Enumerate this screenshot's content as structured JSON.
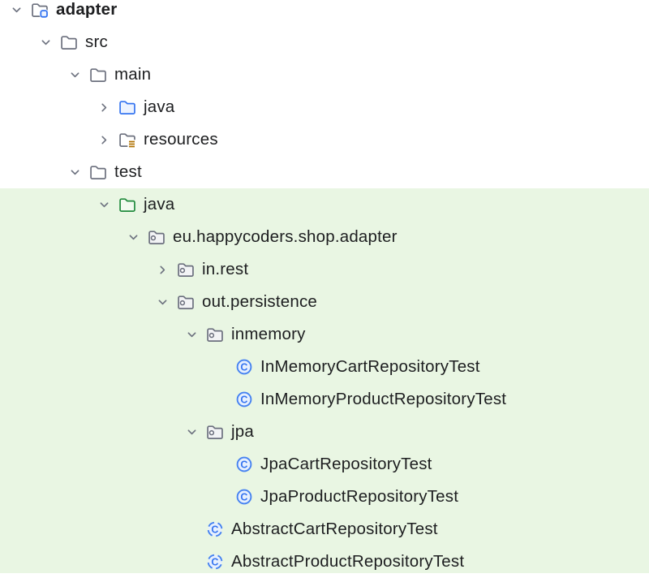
{
  "app": {
    "view": "project-tree"
  },
  "colors": {
    "accent_blue": "#3574F0",
    "folder_gray": "#6C707E",
    "test_green": "#208A3C",
    "resources_amber": "#B07203",
    "test_sources_highlight": "#E9F6E3",
    "class_icon_fill": "#E7F0FE",
    "text": "#1D1E20"
  },
  "tree": {
    "nodes": [
      {
        "label": "adapter",
        "level": 0,
        "icon": "module-icon",
        "chevron": "expanded",
        "bold": true,
        "highlighted": false
      },
      {
        "label": "src",
        "level": 1,
        "icon": "folder-icon",
        "chevron": "expanded",
        "bold": false,
        "highlighted": false
      },
      {
        "label": "main",
        "level": 2,
        "icon": "folder-icon",
        "chevron": "expanded",
        "bold": false,
        "highlighted": false
      },
      {
        "label": "java",
        "level": 3,
        "icon": "source-folder-icon",
        "chevron": "collapsed",
        "bold": false,
        "highlighted": false
      },
      {
        "label": "resources",
        "level": 3,
        "icon": "resources-folder-icon",
        "chevron": "collapsed",
        "bold": false,
        "highlighted": false
      },
      {
        "label": "test",
        "level": 2,
        "icon": "folder-icon",
        "chevron": "expanded",
        "bold": false,
        "highlighted": false
      },
      {
        "label": "java",
        "level": 3,
        "icon": "test-folder-icon",
        "chevron": "expanded",
        "bold": false,
        "highlighted": true
      },
      {
        "label": "eu.happycoders.shop.adapter",
        "level": 4,
        "icon": "package-icon",
        "chevron": "expanded",
        "bold": false,
        "highlighted": true
      },
      {
        "label": "in.rest",
        "level": 5,
        "icon": "package-icon",
        "chevron": "collapsed",
        "bold": false,
        "highlighted": true
      },
      {
        "label": "out.persistence",
        "level": 5,
        "icon": "package-icon",
        "chevron": "expanded",
        "bold": false,
        "highlighted": true
      },
      {
        "label": "inmemory",
        "level": 6,
        "icon": "package-icon",
        "chevron": "expanded",
        "bold": false,
        "highlighted": true
      },
      {
        "label": "InMemoryCartRepositoryTest",
        "level": 7,
        "icon": "class-icon",
        "chevron": "none",
        "bold": false,
        "highlighted": true
      },
      {
        "label": "InMemoryProductRepositoryTest",
        "level": 7,
        "icon": "class-icon",
        "chevron": "none",
        "bold": false,
        "highlighted": true
      },
      {
        "label": "jpa",
        "level": 6,
        "icon": "package-icon",
        "chevron": "expanded",
        "bold": false,
        "highlighted": true
      },
      {
        "label": "JpaCartRepositoryTest",
        "level": 7,
        "icon": "class-icon",
        "chevron": "none",
        "bold": false,
        "highlighted": true
      },
      {
        "label": "JpaProductRepositoryTest",
        "level": 7,
        "icon": "class-icon",
        "chevron": "none",
        "bold": false,
        "highlighted": true
      },
      {
        "label": "AbstractCartRepositoryTest",
        "level": 6,
        "icon": "abstract-class-icon",
        "chevron": "none",
        "bold": false,
        "highlighted": true
      },
      {
        "label": "AbstractProductRepositoryTest",
        "level": 6,
        "icon": "abstract-class-icon",
        "chevron": "none",
        "bold": false,
        "highlighted": true
      }
    ]
  }
}
